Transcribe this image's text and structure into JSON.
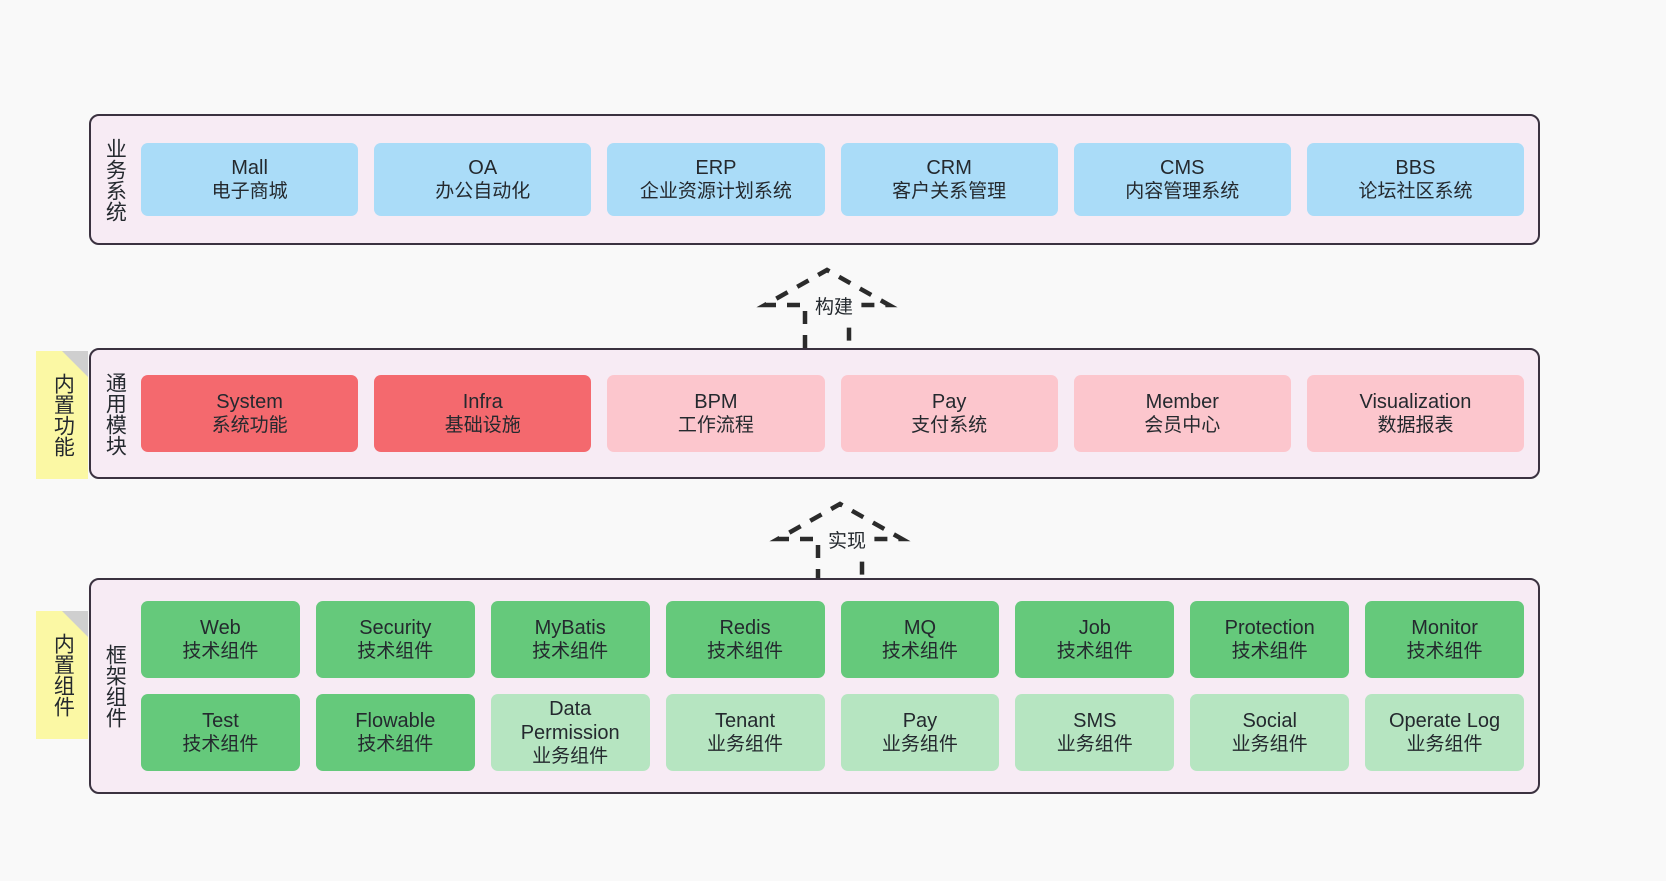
{
  "diagram": {
    "background_color": "#f9f9f9",
    "panel_color": "#f7ebf4",
    "panel_border_color": "#3b3240",
    "sticky_color": "#fbf8a4",
    "sticky_fold_color": "#cfcfcf",
    "text_color": "#24292e"
  },
  "layers": [
    {
      "id": "business-system",
      "label": "业务系统",
      "sticky": null,
      "rows": [
        {
          "tiles": [
            {
              "name": "Mall",
              "sub": "电子商城",
              "color": "#aadcf8",
              "variant": "c-blue"
            },
            {
              "name": "OA",
              "sub": "办公自动化",
              "color": "#aadcf8",
              "variant": "c-blue"
            },
            {
              "name": "ERP",
              "sub": "企业资源计划系统",
              "color": "#aadcf8",
              "variant": "c-blue"
            },
            {
              "name": "CRM",
              "sub": "客户关系管理",
              "color": "#aadcf8",
              "variant": "c-blue"
            },
            {
              "name": "CMS",
              "sub": "内容管理系统",
              "color": "#aadcf8",
              "variant": "c-blue"
            },
            {
              "name": "BBS",
              "sub": "论坛社区系统",
              "color": "#aadcf8",
              "variant": "c-blue"
            }
          ]
        }
      ]
    },
    {
      "id": "common-modules",
      "label": "通用模块",
      "sticky": "内置功能",
      "rows": [
        {
          "tiles": [
            {
              "name": "System",
              "sub": "系统功能",
              "color": "#f4696e",
              "variant": "c-red"
            },
            {
              "name": "Infra",
              "sub": "基础设施",
              "color": "#f4696e",
              "variant": "c-red"
            },
            {
              "name": "BPM",
              "sub": "工作流程",
              "color": "#fcc6cd",
              "variant": "c-pink"
            },
            {
              "name": "Pay",
              "sub": "支付系统",
              "color": "#fcc6cd",
              "variant": "c-pink"
            },
            {
              "name": "Member",
              "sub": "会员中心",
              "color": "#fcc6cd",
              "variant": "c-pink"
            },
            {
              "name": "Visualization",
              "sub": "数据报表",
              "color": "#fcc6cd",
              "variant": "c-pink"
            }
          ]
        }
      ]
    },
    {
      "id": "framework-components",
      "label": "框架组件",
      "sticky": "内置组件",
      "rows": [
        {
          "tiles": [
            {
              "name": "Web",
              "sub": "技术组件",
              "color": "#65c97b",
              "variant": "c-green"
            },
            {
              "name": "Security",
              "sub": "技术组件",
              "color": "#65c97b",
              "variant": "c-green"
            },
            {
              "name": "MyBatis",
              "sub": "技术组件",
              "color": "#65c97b",
              "variant": "c-green"
            },
            {
              "name": "Redis",
              "sub": "技术组件",
              "color": "#65c97b",
              "variant": "c-green"
            },
            {
              "name": "MQ",
              "sub": "技术组件",
              "color": "#65c97b",
              "variant": "c-green"
            },
            {
              "name": "Job",
              "sub": "技术组件",
              "color": "#65c97b",
              "variant": "c-green"
            },
            {
              "name": "Protection",
              "sub": "技术组件",
              "color": "#65c97b",
              "variant": "c-green"
            },
            {
              "name": "Monitor",
              "sub": "技术组件",
              "color": "#65c97b",
              "variant": "c-green"
            }
          ]
        },
        {
          "tiles": [
            {
              "name": "Test",
              "sub": "技术组件",
              "color": "#65c97b",
              "variant": "c-green"
            },
            {
              "name": "Flowable",
              "sub": "技术组件",
              "color": "#65c97b",
              "variant": "c-green"
            },
            {
              "name": "Data Permission",
              "sub": "业务组件",
              "color": "#b6e5c1",
              "variant": "c-lightgreen"
            },
            {
              "name": "Tenant",
              "sub": "业务组件",
              "color": "#b6e5c1",
              "variant": "c-lightgreen"
            },
            {
              "name": "Pay",
              "sub": "业务组件",
              "color": "#b6e5c1",
              "variant": "c-lightgreen"
            },
            {
              "name": "SMS",
              "sub": "业务组件",
              "color": "#b6e5c1",
              "variant": "c-lightgreen"
            },
            {
              "name": "Social",
              "sub": "业务组件",
              "color": "#b6e5c1",
              "variant": "c-lightgreen"
            },
            {
              "name": "Operate Log",
              "sub": "业务组件",
              "color": "#b6e5c1",
              "variant": "c-lightgreen"
            }
          ]
        }
      ]
    }
  ],
  "arrows": [
    {
      "id": "build-arrow",
      "label": "构建",
      "style": "dashed-hollow-up"
    },
    {
      "id": "implement-arrow",
      "label": "实现",
      "style": "dashed-hollow-up"
    }
  ]
}
